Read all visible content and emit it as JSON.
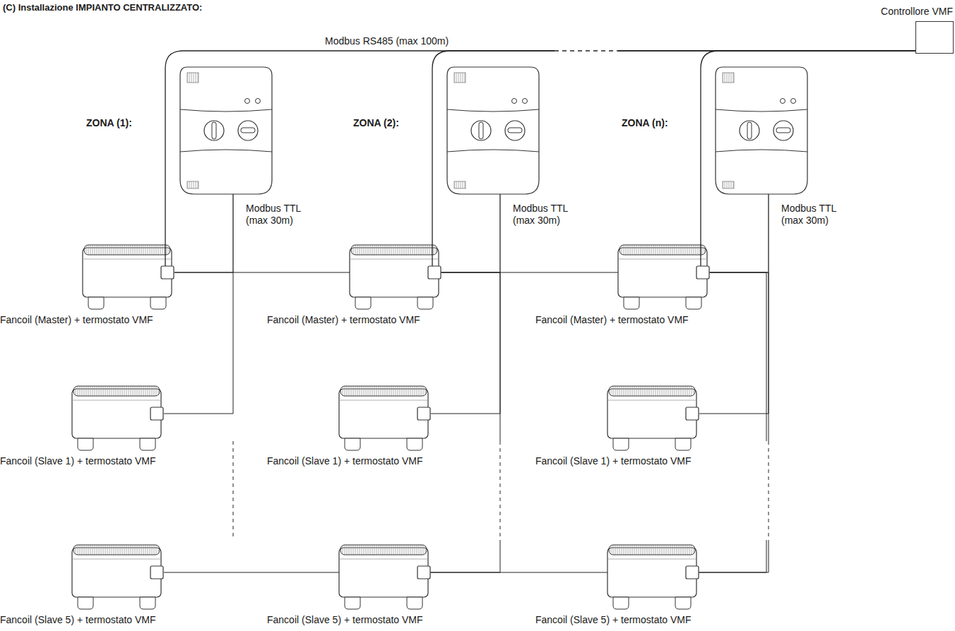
{
  "diagram": {
    "title": "(C) Installazione IMPIANTO CENTRALIZZATO:",
    "nodes": [
      {
        "text": [
          "Controllore VMF"
        ]
      },
      {
        "text": [
          "Fancoil (Master) + termostato VMF"
        ]
      },
      {
        "text": [
          "Fancoil (Slave 1) + termostato VMF"
        ]
      },
      {
        "text": [
          "Fancoil (Slave 5) + termostato VMF"
        ]
      },
      {
        "text": [
          "Fancoil (Master) + termostato VMF"
        ]
      },
      {
        "text": [
          "Fancoil (Slave 1) + termostato VMF"
        ]
      },
      {
        "text": [
          "Fancoil (Slave 5) + termostato VMF"
        ]
      },
      {
        "text": [
          "Fancoil (Master) + termostato VMF"
        ]
      },
      {
        "text": [
          "Fancoil (Slave 1) + termostato VMF"
        ]
      },
      {
        "text": [
          "Fancoil (Slave 5) + termostato VMF"
        ]
      }
    ],
    "edges": [
      {
        "from": 0,
        "to": 1,
        "arrow": "none"
      },
      {
        "from": 0,
        "to": 4,
        "arrow": "none"
      },
      {
        "from": 0,
        "to": 7,
        "arrow": "none"
      },
      {
        "from": 1,
        "to": 2,
        "arrow": "none"
      },
      {
        "from": 1,
        "to": 3,
        "arrow": "none"
      },
      {
        "from": 4,
        "to": 5,
        "arrow": "none"
      },
      {
        "from": 4,
        "to": 6,
        "arrow": "none"
      },
      {
        "from": 7,
        "to": 8,
        "arrow": "none"
      },
      {
        "from": 7,
        "to": 9,
        "arrow": "none"
      }
    ],
    "labels": [
      "Modbus RS485 (max 100m)",
      "ZONA (1):",
      "Modbus TTL (max 30m)",
      "ZONA (2):",
      "Modbus TTL (max 30m)",
      "ZONA (n):",
      "Modbus TTL (max 30m)"
    ]
  }
}
